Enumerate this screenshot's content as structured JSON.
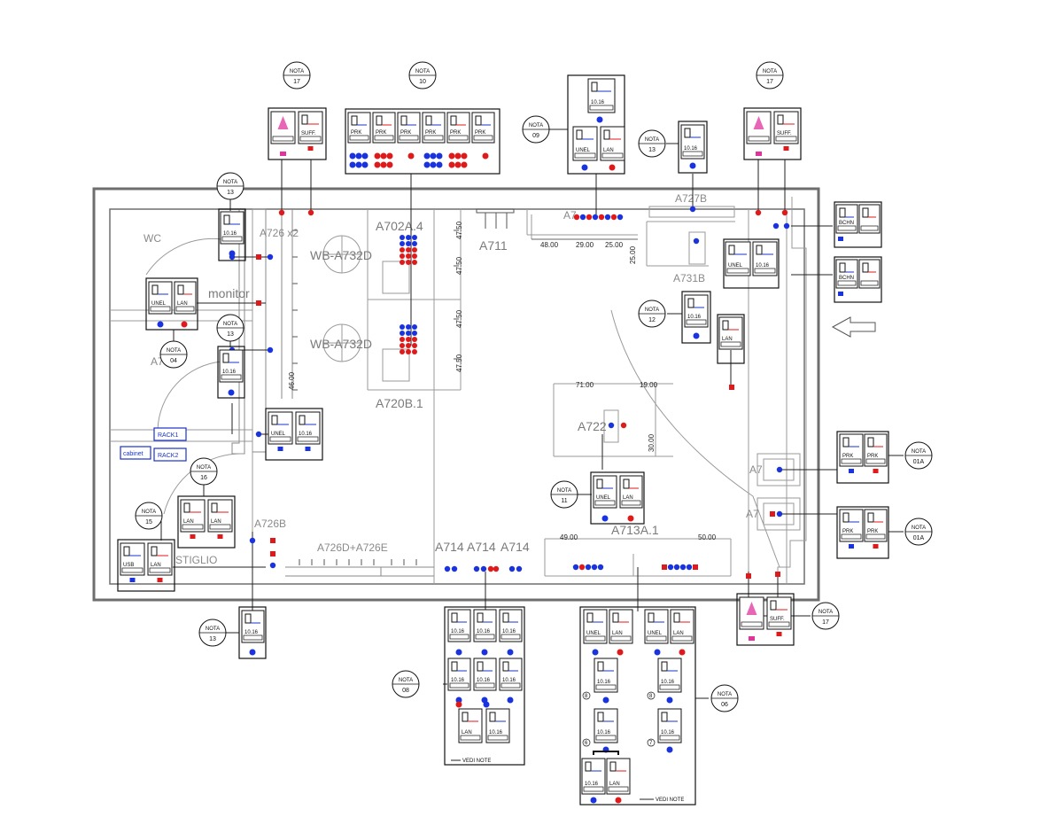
{
  "rooms": {
    "wc": "WC",
    "monitor": "monitor",
    "a726_x2": "A726 x2",
    "wb_a732d_1": "WB-A732D",
    "wb_a732d_2": "WB-A732D",
    "a702a4": "A702A.4",
    "a720b1": "A720B.1",
    "a711": "A711",
    "a727b": "A727B",
    "a731b": "A731B",
    "a722": "A722",
    "a713a1": "A713A.1",
    "a726b": "A726B",
    "a726de": "A726D+A726E",
    "a714_1": "A714",
    "a714_2": "A714",
    "a714_3": "A714",
    "ripostiglio": "STIGLIO",
    "a7": "A7",
    "a721_1": "A7",
    "a721_2": "A7",
    "a72x": "A7"
  },
  "rack": {
    "rack1": "RACK1",
    "rack2": "RACK2",
    "cabinet": "cabinet"
  },
  "dimensions": {
    "d48": "48.00",
    "d29": "29.00",
    "d25a": "25.00",
    "d25b": "25.00",
    "d47_1": "47.50",
    "d47_2": "47.50",
    "d47_3": "47.50",
    "d47_4": "47.50",
    "d71": "71.00",
    "d19": "19.00",
    "d30": "30.00",
    "d49": "49.00",
    "d50": "50.00",
    "d46": "46.00"
  },
  "notes": [
    {
      "id": "n17a",
      "label": "NOTA",
      "num": "17"
    },
    {
      "id": "n10",
      "label": "NOTA",
      "num": "10"
    },
    {
      "id": "n09",
      "label": "NOTA",
      "num": "09"
    },
    {
      "id": "n13a",
      "label": "NOTA",
      "num": "13"
    },
    {
      "id": "n17b",
      "label": "NOTA",
      "num": "17"
    },
    {
      "id": "n13b",
      "label": "NOTA",
      "num": "13"
    },
    {
      "id": "n04",
      "label": "NOTA",
      "num": "04"
    },
    {
      "id": "n13c",
      "label": "NOTA",
      "num": "13"
    },
    {
      "id": "n12",
      "label": "NOTA",
      "num": "12"
    },
    {
      "id": "n11",
      "label": "NOTA",
      "num": "11"
    },
    {
      "id": "n16",
      "label": "NOTA",
      "num": "16"
    },
    {
      "id": "n15",
      "label": "NOTA",
      "num": "15"
    },
    {
      "id": "n01a",
      "label": "NOTA",
      "num": "01A"
    },
    {
      "id": "n01b",
      "label": "NOTA",
      "num": "01A"
    },
    {
      "id": "n13d",
      "label": "NOTA",
      "num": "13"
    },
    {
      "id": "n08",
      "label": "NOTA",
      "num": "08"
    },
    {
      "id": "n06",
      "label": "NOTA",
      "num": "06"
    },
    {
      "id": "n17c",
      "label": "NOTA",
      "num": "17"
    }
  ],
  "panel_labels": {
    "lan": "LAN",
    "unel": "UNEL",
    "suff": "SUFF.",
    "prk": "PRK",
    "usb": "USB",
    "cad": "10.16",
    "bcm": "BCHN",
    "vedi_note_1": "VEDI NOTE",
    "vedi_note_2": "VEDI NOTE"
  },
  "colors": {
    "blue_outlet": "#1a33e0",
    "red_outlet": "#e01a1a",
    "pink_symbol": "#e0339e",
    "wall": "#6e6e6e",
    "line": "#222222"
  }
}
